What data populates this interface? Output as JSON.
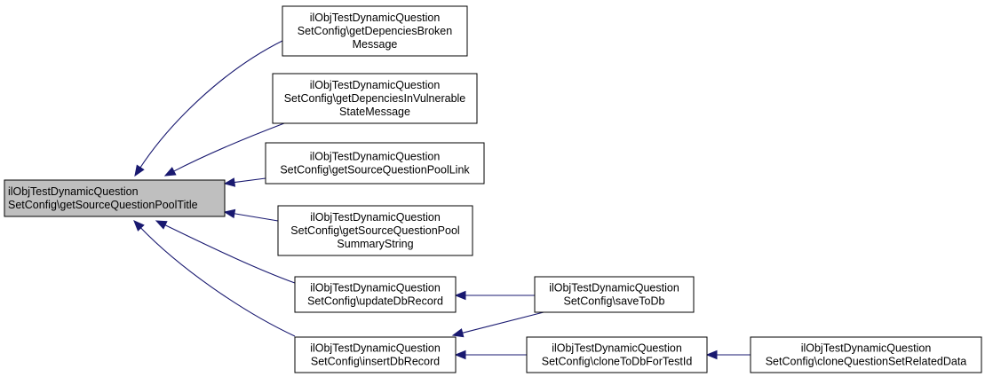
{
  "graph": {
    "colors": {
      "edge": "#191970",
      "node_border": "#000000",
      "node_fill": "#ffffff",
      "focus_fill": "#bfbfbf"
    },
    "nodes": [
      {
        "id": "n0",
        "focus": true,
        "lines": [
          "ilObjTestDynamicQuestion",
          "SetConfig\\getSourceQuestionPoolTitle"
        ]
      },
      {
        "id": "n1",
        "focus": false,
        "lines": [
          "ilObjTestDynamicQuestion",
          "SetConfig\\getDepenciesBroken",
          "Message"
        ]
      },
      {
        "id": "n2",
        "focus": false,
        "lines": [
          "ilObjTestDynamicQuestion",
          "SetConfig\\getDepenciesInVulnerable",
          "StateMessage"
        ]
      },
      {
        "id": "n3",
        "focus": false,
        "lines": [
          "ilObjTestDynamicQuestion",
          "SetConfig\\getSourceQuestionPoolLink"
        ]
      },
      {
        "id": "n4",
        "focus": false,
        "lines": [
          "ilObjTestDynamicQuestion",
          "SetConfig\\getSourceQuestionPool",
          "SummaryString"
        ]
      },
      {
        "id": "n5",
        "focus": false,
        "lines": [
          "ilObjTestDynamicQuestion",
          "SetConfig\\updateDbRecord"
        ]
      },
      {
        "id": "n6",
        "focus": false,
        "lines": [
          "ilObjTestDynamicQuestion",
          "SetConfig\\insertDbRecord"
        ]
      },
      {
        "id": "n7",
        "focus": false,
        "lines": [
          "ilObjTestDynamicQuestion",
          "SetConfig\\saveToDb"
        ]
      },
      {
        "id": "n8",
        "focus": false,
        "lines": [
          "ilObjTestDynamicQuestion",
          "SetConfig\\cloneToDbForTestId"
        ]
      },
      {
        "id": "n9",
        "focus": false,
        "lines": [
          "ilObjTestDynamicQuestion",
          "SetConfig\\cloneQuestionSetRelatedData"
        ]
      }
    ],
    "edges": [
      {
        "from": "n1",
        "to": "n0"
      },
      {
        "from": "n2",
        "to": "n0"
      },
      {
        "from": "n3",
        "to": "n0"
      },
      {
        "from": "n4",
        "to": "n0"
      },
      {
        "from": "n5",
        "to": "n0"
      },
      {
        "from": "n6",
        "to": "n0"
      },
      {
        "from": "n7",
        "to": "n5"
      },
      {
        "from": "n7",
        "to": "n6"
      },
      {
        "from": "n8",
        "to": "n6"
      },
      {
        "from": "n9",
        "to": "n8"
      }
    ]
  }
}
